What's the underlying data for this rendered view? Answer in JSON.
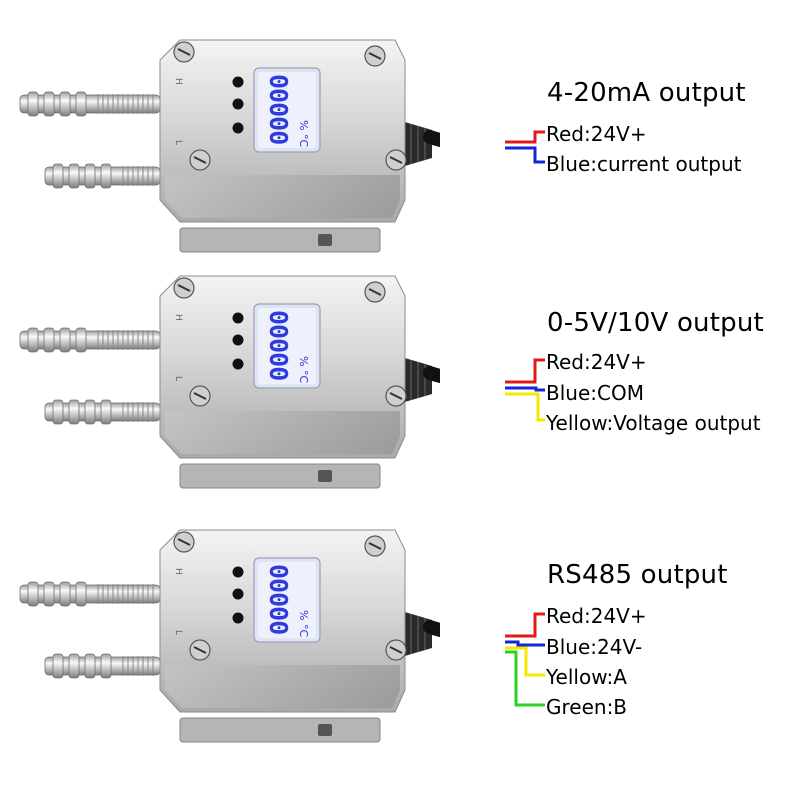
{
  "colors": {
    "red": "#e11919",
    "blue": "#1427d8",
    "yellow": "#f2ea00",
    "green": "#2fd11c",
    "lcd_digits": "#2d3be0"
  },
  "device": {
    "port_high": "H",
    "port_low": "L",
    "lcd_digits": "00000",
    "lcd_unit": "°C",
    "lcd_unit2": "%"
  },
  "panels": [
    {
      "title": "4-20mA output",
      "wires": [
        {
          "color": "red",
          "label": "Red:24V+"
        },
        {
          "color": "blue",
          "label": "Blue:current output"
        }
      ]
    },
    {
      "title": "0-5V/10V output",
      "wires": [
        {
          "color": "red",
          "label": "Red:24V+"
        },
        {
          "color": "blue",
          "label": "Blue:COM"
        },
        {
          "color": "yellow",
          "label": "Yellow:Voltage output"
        }
      ]
    },
    {
      "title": "RS485 output",
      "wires": [
        {
          "color": "red",
          "label": "Red:24V+"
        },
        {
          "color": "blue",
          "label": "Blue:24V-"
        },
        {
          "color": "yellow",
          "label": "Yellow:A"
        },
        {
          "color": "green",
          "label": "Green:B"
        }
      ]
    }
  ]
}
